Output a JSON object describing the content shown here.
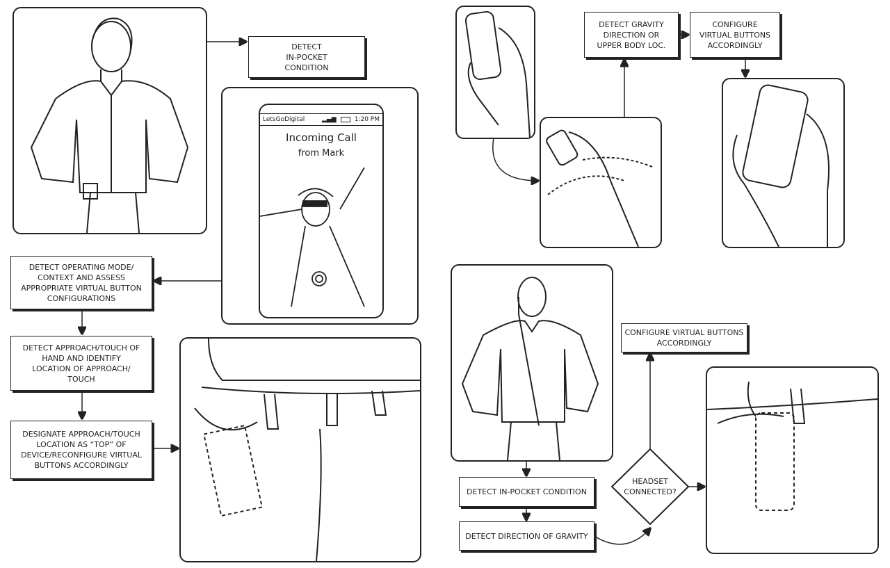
{
  "boxes": {
    "detect_in_pocket_top": "DETECT\nIN-POCKET\nCONDITION",
    "detect_operating_mode": "DETECT OPERATING MODE/\nCONTEXT AND ASSESS\nAPPROPRIATE VIRTUAL BUTTON\nCONFIGURATIONS",
    "detect_approach": "DETECT APPROACH/TOUCH OF\nHAND AND IDENTIFY\nLOCATION OF APPROACH/\nTOUCH",
    "designate_top": "DESIGNATE APPROACH/TOUCH\nLOCATION AS “TOP” OF\nDEVICE/RECONFIGURE VIRTUAL\nBUTTONS ACCORDINGLY",
    "detect_gravity_upper": "DETECT GRAVITY\nDIRECTION OR\nUPPER BODY LOC.",
    "configure_top_right": "CONFIGURE\nVIRTUAL BUTTONS\nACCORDINGLY",
    "configure_bottom_right": "CONFIGURE VIRTUAL BUTTONS\nACCORDINGLY",
    "detect_in_pocket_bottom": "DETECT IN-POCKET CONDITION",
    "detect_direction_gravity": "DETECT DIRECTION OF GRAVITY",
    "headset_connected": "HEADSET\nCONNECTED?"
  },
  "phone": {
    "carrier": "LetsGoDigital",
    "time": "1:20 PM",
    "call_title": "Incoming Call",
    "call_from": "from Mark"
  }
}
